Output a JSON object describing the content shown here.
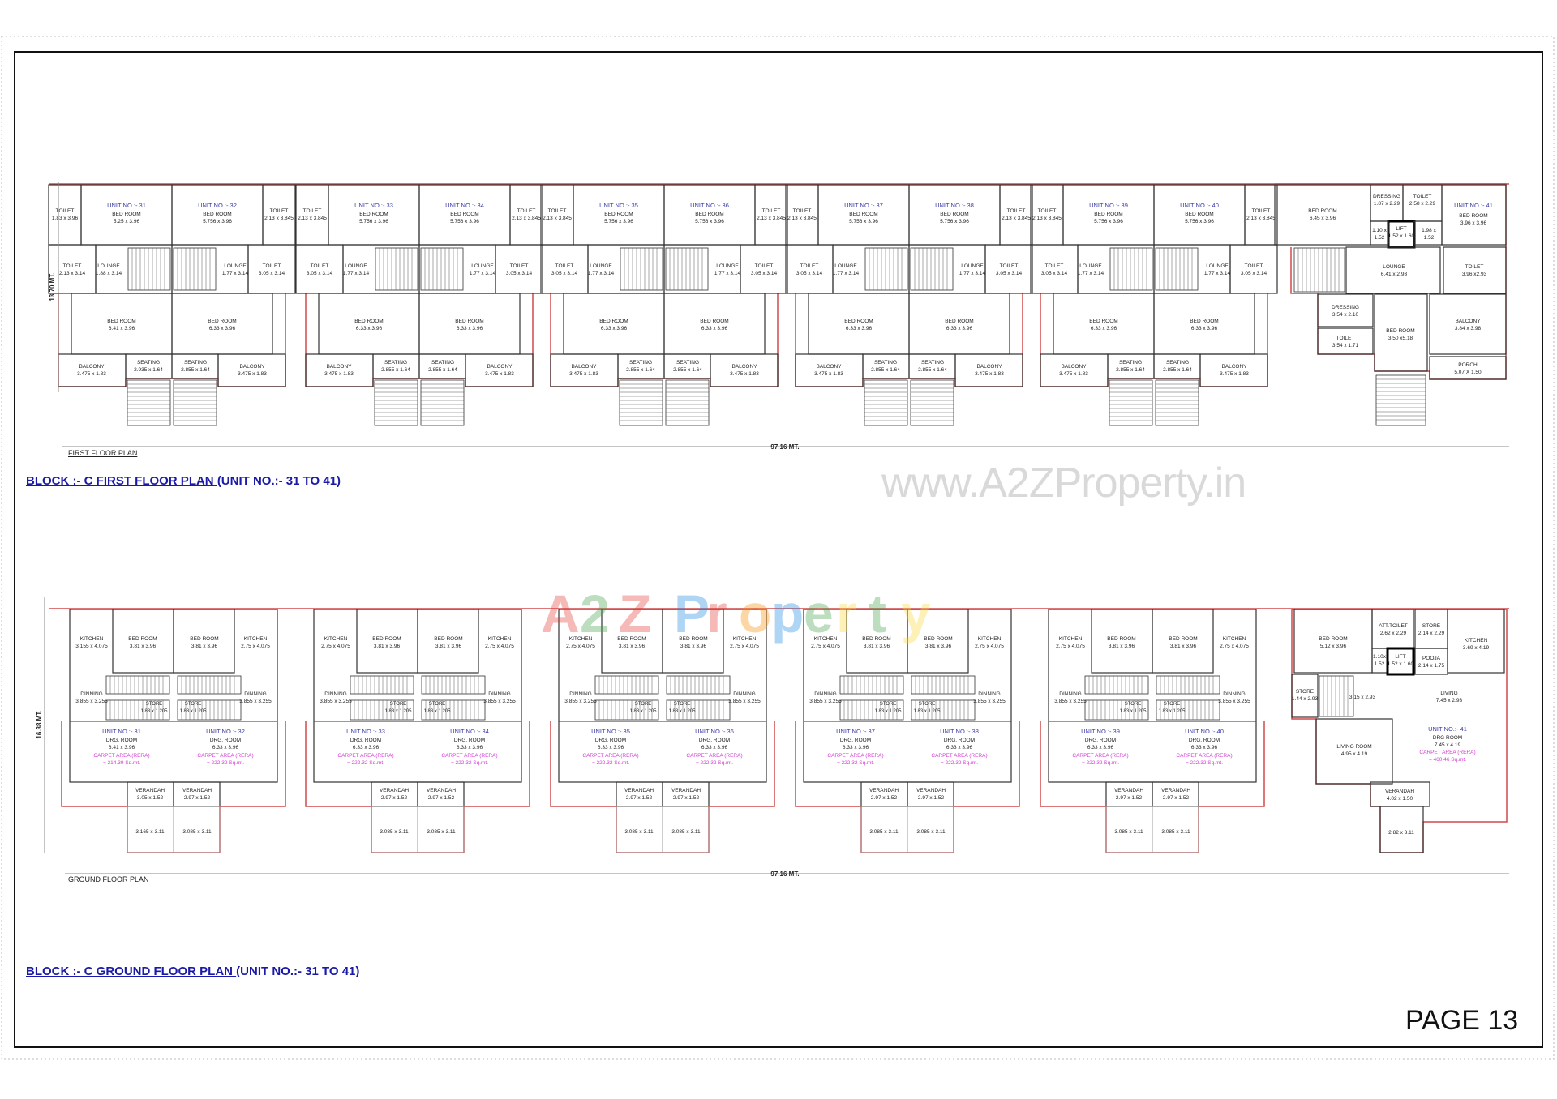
{
  "page": {
    "number_label": "PAGE 13",
    "watermark": "www.A2ZProperty.in",
    "logo_text": "A2Z Property"
  },
  "colors": {
    "unit_no": "#3a3aa8",
    "carpet_area": "#d23cd2",
    "outline": "#d24a4a",
    "walls": "#333333",
    "heading": "#1a1aa8"
  },
  "first_floor": {
    "plan_label": "FIRST FLOOR PLAN",
    "heading_underlined": "BLOCK :- C FIRST FLOOR PLAN ",
    "heading_rest": "(UNIT NO.:- 31 TO 41)",
    "depth_dim": "13.70 MT.",
    "length_dim": "97.16 MT.",
    "pairs": [
      {
        "units": [
          {
            "unit_no": "UNIT NO.:- 31",
            "toilet_top": [
              "TOILET",
              "1.83 x 3.96"
            ],
            "bed_top": [
              "BED ROOM",
              "5.25 x 3.96"
            ],
            "toilet_mid": [
              "TOILET",
              "2.13 x 3.14"
            ],
            "lounge": [
              "LOUNGE",
              "1.88 x 3.14"
            ],
            "bed_low": [
              "BED ROOM",
              "6.41 x 3.96"
            ],
            "seating": [
              "SEATING",
              "2.935 x 1.64"
            ],
            "balcony": [
              "BALCONY",
              "3.475 x 1.83"
            ]
          },
          {
            "unit_no": "UNIT NO.:- 32",
            "toilet_top": [
              "TOILET",
              "2.13 x 3.845"
            ],
            "bed_top": [
              "BED ROOM",
              "5.756 x 3.96"
            ],
            "toilet_mid": [
              "TOILET",
              "3.05 x 3.14"
            ],
            "lounge": [
              "LOUNGE",
              "1.77 x 3.14"
            ],
            "bed_low": [
              "BED ROOM",
              "6.33 x 3.96"
            ],
            "seating": [
              "SEATING",
              "2.855 x 1.64"
            ],
            "balcony": [
              "BALCONY",
              "3.475 x 1.83"
            ]
          }
        ]
      },
      {
        "units": [
          {
            "unit_no": "UNIT NO.:- 33",
            "toilet_top": [
              "TOILET",
              "2.13 x 3.845"
            ],
            "bed_top": [
              "BED ROOM",
              "5.756 x 3.96"
            ],
            "toilet_mid": [
              "TOILET",
              "3.05 x 3.14"
            ],
            "lounge": [
              "LOUNGE",
              "1.77 x 3.14"
            ],
            "bed_low": [
              "BED ROOM",
              "6.33 x 3.96"
            ],
            "seating": [
              "SEATING",
              "2.855 x 1.64"
            ],
            "balcony": [
              "BALCONY",
              "3.475 x 1.83"
            ]
          },
          {
            "unit_no": "UNIT NO.:- 34",
            "toilet_top": [
              "TOILET",
              "2.13 x 3.845"
            ],
            "bed_top": [
              "BED ROOM",
              "5.756 x 3.96"
            ],
            "toilet_mid": [
              "TOILET",
              "3.05 x 3.14"
            ],
            "lounge": [
              "LOUNGE",
              "1.77 x 3.14"
            ],
            "bed_low": [
              "BED ROOM",
              "6.33 x 3.96"
            ],
            "seating": [
              "SEATING",
              "2.855 x 1.64"
            ],
            "balcony": [
              "BALCONY",
              "3.475 x 1.83"
            ]
          }
        ]
      },
      {
        "units": [
          {
            "unit_no": "UNIT NO.:- 35",
            "toilet_top": [
              "TOILET",
              "2.13 x 3.845"
            ],
            "bed_top": [
              "BED ROOM",
              "5.756 x 3.96"
            ],
            "toilet_mid": [
              "TOILET",
              "3.05 x 3.14"
            ],
            "lounge": [
              "LOUNGE",
              "1.77 x 3.14"
            ],
            "bed_low": [
              "BED ROOM",
              "6.33 x 3.96"
            ],
            "seating": [
              "SEATING",
              "2.855 x 1.64"
            ],
            "balcony": [
              "BALCONY",
              "3.475 x 1.83"
            ]
          },
          {
            "unit_no": "UNIT NO.:- 36",
            "toilet_top": [
              "TOILET",
              "2.13 x 3.845"
            ],
            "bed_top": [
              "BED ROOM",
              "5.756 x 3.96"
            ],
            "toilet_mid": [
              "TOILET",
              "3.05 x 3.14"
            ],
            "lounge": [
              "LOUNGE",
              "1.77 x 3.14"
            ],
            "bed_low": [
              "BED ROOM",
              "6.33 x 3.96"
            ],
            "seating": [
              "SEATING",
              "2.855 x 1.64"
            ],
            "balcony": [
              "BALCONY",
              "3.475 x 1.83"
            ]
          }
        ]
      },
      {
        "units": [
          {
            "unit_no": "UNIT NO.:- 37",
            "toilet_top": [
              "TOILET",
              "2.13 x 3.845"
            ],
            "bed_top": [
              "BED ROOM",
              "5.756 x 3.96"
            ],
            "toilet_mid": [
              "TOILET",
              "3.05 x 3.14"
            ],
            "lounge": [
              "LOUNGE",
              "1.77 x 3.14"
            ],
            "bed_low": [
              "BED ROOM",
              "6.33 x 3.96"
            ],
            "seating": [
              "SEATING",
              "2.855 x 1.64"
            ],
            "balcony": [
              "BALCONY",
              "3.475 x 1.83"
            ]
          },
          {
            "unit_no": "UNIT NO.:- 38",
            "toilet_top": [
              "TOILET",
              "2.13 x 3.845"
            ],
            "bed_top": [
              "BED ROOM",
              "5.756 x 3.96"
            ],
            "toilet_mid": [
              "TOILET",
              "3.05 x 3.14"
            ],
            "lounge": [
              "LOUNGE",
              "1.77 x 3.14"
            ],
            "bed_low": [
              "BED ROOM",
              "6.33 x 3.96"
            ],
            "seating": [
              "SEATING",
              "2.855 x 1.64"
            ],
            "balcony": [
              "BALCONY",
              "3.475 x 1.83"
            ]
          }
        ]
      },
      {
        "units": [
          {
            "unit_no": "UNIT NO.:- 39",
            "toilet_top": [
              "TOILET",
              "2.13 x 3.845"
            ],
            "bed_top": [
              "BED ROOM",
              "5.756 x 3.96"
            ],
            "toilet_mid": [
              "TOILET",
              "3.05 x 3.14"
            ],
            "lounge": [
              "LOUNGE",
              "1.77 x 3.14"
            ],
            "bed_low": [
              "BED ROOM",
              "6.33 x 3.96"
            ],
            "seating": [
              "SEATING",
              "2.855 x 1.64"
            ],
            "balcony": [
              "BALCONY",
              "3.475 x 1.83"
            ]
          },
          {
            "unit_no": "UNIT NO.:- 40",
            "toilet_top": [
              "TOILET",
              "2.13 x 3.845"
            ],
            "bed_top": [
              "BED ROOM",
              "5.756 x 3.96"
            ],
            "toilet_mid": [
              "TOILET",
              "3.05 x 3.14"
            ],
            "lounge": [
              "LOUNGE",
              "1.77 x 3.14"
            ],
            "bed_low": [
              "BED ROOM",
              "6.33 x 3.96"
            ],
            "seating": [
              "SEATING",
              "2.855 x 1.64"
            ],
            "balcony": [
              "BALCONY",
              "3.475 x 1.83"
            ]
          }
        ]
      }
    ],
    "unit_41": {
      "unit_no": "UNIT NO.:- 41",
      "rooms": [
        {
          "key": "bed1",
          "lines": [
            "BED ROOM",
            "6.45 x 3.96"
          ]
        },
        {
          "key": "dressing1",
          "lines": [
            "DRESSING",
            "1.87 x 2.29"
          ]
        },
        {
          "key": "toilet1",
          "lines": [
            "TOILET",
            "2.58 x 2.29"
          ]
        },
        {
          "key": "bed2",
          "lines": [
            "BED ROOM",
            "3.96 x 3.96"
          ]
        },
        {
          "key": "lift",
          "lines": [
            "LIFT",
            "1.52 x 1.60"
          ]
        },
        {
          "key": "lobby_l",
          "lines": [
            "1.10 x",
            "1.52"
          ]
        },
        {
          "key": "lobby_r",
          "lines": [
            "1.98 x",
            "1.52"
          ]
        },
        {
          "key": "lounge",
          "lines": [
            "LOUNGE",
            "6.41 x 2.93"
          ]
        },
        {
          "key": "toilet2",
          "lines": [
            "TOILET",
            "3.96 x2.93"
          ]
        },
        {
          "key": "dressing2",
          "lines": [
            "DRESSING",
            "3.54 x 2.10"
          ]
        },
        {
          "key": "toilet3",
          "lines": [
            "TOILET",
            "3.54 x 1.71"
          ]
        },
        {
          "key": "bed3",
          "lines": [
            "BED ROOM",
            "3.50 x5.18"
          ]
        },
        {
          "key": "balcony",
          "lines": [
            "BALCONY",
            "3.84 x 3.98"
          ]
        },
        {
          "key": "porch",
          "lines": [
            "PORCH",
            "5.07 X 1.50"
          ]
        }
      ]
    }
  },
  "ground_floor": {
    "plan_label": "GROUND FLOOR PLAN",
    "heading_underlined": "BLOCK :- C GROUND FLOOR PLAN ",
    "heading_rest": "(UNIT NO.:- 31 TO 41)",
    "depth_dim": "16.38 MT.",
    "length_dim": "97.16 MT.",
    "pairs": [
      {
        "units": [
          {
            "unit_no": "UNIT NO.:- 31",
            "kitchen": [
              "KITCHEN",
              "3.155 x 4.075"
            ],
            "bed": [
              "BED ROOM",
              "3.81 x 3.96"
            ],
            "dining": [
              "DINNING",
              "3.855 x 3.255"
            ],
            "store": [
              "STORE",
              "1.83 x 1.205"
            ],
            "drg": [
              "DRG. ROOM",
              "6.41 x 3.96"
            ],
            "carpet": [
              "CARPET AREA (RERA)",
              "= 214.39 Sq.mt."
            ],
            "verandah": [
              "VERANDAH",
              "3.05 x 1.52"
            ],
            "steps": "3.165 x 3.11"
          },
          {
            "unit_no": "UNIT NO.:- 32",
            "kitchen": [
              "KITCHEN",
              "2.75 x 4.075"
            ],
            "bed": [
              "BED ROOM",
              "3.81 x 3.96"
            ],
            "dining": [
              "DINNING",
              "3.855 x 3.255"
            ],
            "store": [
              "STORE",
              "1.83 x 1.205"
            ],
            "drg": [
              "DRG. ROOM",
              "6.33 x 3.96"
            ],
            "carpet": [
              "CARPET AREA (RERA)",
              "= 222.32 Sq.mt."
            ],
            "verandah": [
              "VERANDAH",
              "2.97 x 1.52"
            ],
            "steps": "3.085 x 3.11"
          }
        ]
      },
      {
        "units": [
          {
            "unit_no": "UNIT NO.:- 33",
            "kitchen": [
              "KITCHEN",
              "2.75 x 4.075"
            ],
            "bed": [
              "BED ROOM",
              "3.81 x 3.96"
            ],
            "dining": [
              "DINNING",
              "3.855 x 3.255"
            ],
            "store": [
              "STORE",
              "1.83 x 1.205"
            ],
            "drg": [
              "DRG. ROOM",
              "6.33 x 3.96"
            ],
            "carpet": [
              "CARPET AREA (RERA)",
              "= 222.32 Sq.mt."
            ],
            "verandah": [
              "VERANDAH",
              "2.97 x 1.52"
            ],
            "steps": "3.085 x 3.11"
          },
          {
            "unit_no": "UNIT NO.:- 34",
            "kitchen": [
              "KITCHEN",
              "2.75 x 4.075"
            ],
            "bed": [
              "BED ROOM",
              "3.81 x 3.96"
            ],
            "dining": [
              "DINNING",
              "3.855 x 3.255"
            ],
            "store": [
              "STORE",
              "1.83 x 1.205"
            ],
            "drg": [
              "DRG. ROOM",
              "6.33 x 3.96"
            ],
            "carpet": [
              "CARPET AREA (RERA)",
              "= 222.32 Sq.mt."
            ],
            "verandah": [
              "VERANDAH",
              "2.97 x 1.52"
            ],
            "steps": "3.085 x 3.11"
          }
        ]
      },
      {
        "units": [
          {
            "unit_no": "UNIT NO.:- 35",
            "kitchen": [
              "KITCHEN",
              "2.75 x 4.075"
            ],
            "bed": [
              "BED ROOM",
              "3.81 x 3.96"
            ],
            "dining": [
              "DINNING",
              "3.855 x 3.255"
            ],
            "store": [
              "STORE",
              "1.83 x 1.205"
            ],
            "drg": [
              "DRG. ROOM",
              "6.33 x 3.96"
            ],
            "carpet": [
              "CARPET AREA (RERA)",
              "= 222.32 Sq.mt."
            ],
            "verandah": [
              "VERANDAH",
              "2.97 x 1.52"
            ],
            "steps": "3.085 x 3.11"
          },
          {
            "unit_no": "UNIT NO.:- 36",
            "kitchen": [
              "KITCHEN",
              "2.75 x 4.075"
            ],
            "bed": [
              "BED ROOM",
              "3.81 x 3.96"
            ],
            "dining": [
              "DINNING",
              "3.855 x 3.255"
            ],
            "store": [
              "STORE",
              "1.83 x 1.205"
            ],
            "drg": [
              "DRG. ROOM",
              "6.33 x 3.96"
            ],
            "carpet": [
              "CARPET AREA (RERA)",
              "= 222.32 Sq.mt."
            ],
            "verandah": [
              "VERANDAH",
              "2.97 x 1.52"
            ],
            "steps": "3.085 x 3.11"
          }
        ]
      },
      {
        "units": [
          {
            "unit_no": "UNIT NO.:- 37",
            "kitchen": [
              "KITCHEN",
              "2.75 x 4.075"
            ],
            "bed": [
              "BED ROOM",
              "3.81 x 3.96"
            ],
            "dining": [
              "DINNING",
              "3.855 x 3.255"
            ],
            "store": [
              "STORE",
              "1.83 x 1.205"
            ],
            "drg": [
              "DRG. ROOM",
              "6.33 x 3.96"
            ],
            "carpet": [
              "CARPET AREA (RERA)",
              "= 222.32 Sq.mt."
            ],
            "verandah": [
              "VERANDAH",
              "2.97 x 1.52"
            ],
            "steps": "3.085 x 3.11"
          },
          {
            "unit_no": "UNIT NO.:- 38",
            "kitchen": [
              "KITCHEN",
              "2.75 x 4.075"
            ],
            "bed": [
              "BED ROOM",
              "3.81 x 3.96"
            ],
            "dining": [
              "DINNING",
              "3.855 x 3.255"
            ],
            "store": [
              "STORE",
              "1.83 x 1.205"
            ],
            "drg": [
              "DRG. ROOM",
              "6.33 x 3.96"
            ],
            "carpet": [
              "CARPET AREA (RERA)",
              "= 222.32 Sq.mt."
            ],
            "verandah": [
              "VERANDAH",
              "2.97 x 1.52"
            ],
            "steps": "3.085 x 3.11"
          }
        ]
      },
      {
        "units": [
          {
            "unit_no": "UNIT NO.:- 39",
            "kitchen": [
              "KITCHEN",
              "2.75 x 4.075"
            ],
            "bed": [
              "BED ROOM",
              "3.81 x 3.96"
            ],
            "dining": [
              "DINNING",
              "3.855 x 3.255"
            ],
            "store": [
              "STORE",
              "1.83 x 1.205"
            ],
            "drg": [
              "DRG. ROOM",
              "6.33 x 3.96"
            ],
            "carpet": [
              "CARPET AREA (RERA)",
              "= 222.32 Sq.mt."
            ],
            "verandah": [
              "VERANDAH",
              "2.97 x 1.52"
            ],
            "steps": "3.085 x 3.11"
          },
          {
            "unit_no": "UNIT NO.:- 40",
            "kitchen": [
              "KITCHEN",
              "2.75 x 4.075"
            ],
            "bed": [
              "BED ROOM",
              "3.81 x 3.96"
            ],
            "dining": [
              "DINNING",
              "3.855 x 3.255"
            ],
            "store": [
              "STORE",
              "1.83 x 1.205"
            ],
            "drg": [
              "DRG. ROOM",
              "6.33 x 3.96"
            ],
            "carpet": [
              "CARPET AREA (RERA)",
              "= 222.32 Sq.mt."
            ],
            "verandah": [
              "VERANDAH",
              "2.97 x 1.52"
            ],
            "steps": "3.085 x 3.11"
          }
        ]
      }
    ],
    "unit_41": {
      "unit_no": "UNIT NO.:- 41",
      "carpet": [
        "CARPET AREA (RERA)",
        "= 460.46 Sq.mt."
      ],
      "rooms": [
        {
          "key": "bed",
          "lines": [
            "BED ROOM",
            "5.12 x 3.96"
          ]
        },
        {
          "key": "att_toilet",
          "lines": [
            "ATT.TOILET",
            "2.62 x 2.29"
          ]
        },
        {
          "key": "store1",
          "lines": [
            "STORE",
            "2.14 x 2.29"
          ]
        },
        {
          "key": "kitchen",
          "lines": [
            "KITCHEN",
            "3.69 x 4.19"
          ]
        },
        {
          "key": "lobby",
          "lines": [
            "1.10x",
            "1.52"
          ]
        },
        {
          "key": "lift",
          "lines": [
            "LIFT",
            "1.52 x 1.60"
          ]
        },
        {
          "key": "pooja",
          "lines": [
            "POOJA",
            "2.14 x 1.75"
          ]
        },
        {
          "key": "store2",
          "lines": [
            "STORE",
            "1.44 x 2.93"
          ]
        },
        {
          "key": "passage",
          "lines": [
            "3.15 x 2.93"
          ]
        },
        {
          "key": "living",
          "lines": [
            "LIVING",
            "7.45 x 2.93"
          ]
        },
        {
          "key": "living_room",
          "lines": [
            "LIVING ROOM",
            "4.95 x 4.19"
          ]
        },
        {
          "key": "drg",
          "lines": [
            "DRG ROOM",
            "7.45 x 4.19"
          ]
        },
        {
          "key": "verandah",
          "lines": [
            "VERANDAH",
            "4.02 x 1.50"
          ]
        },
        {
          "key": "steps",
          "lines": [
            "2.82 x 3.11"
          ]
        }
      ]
    }
  }
}
